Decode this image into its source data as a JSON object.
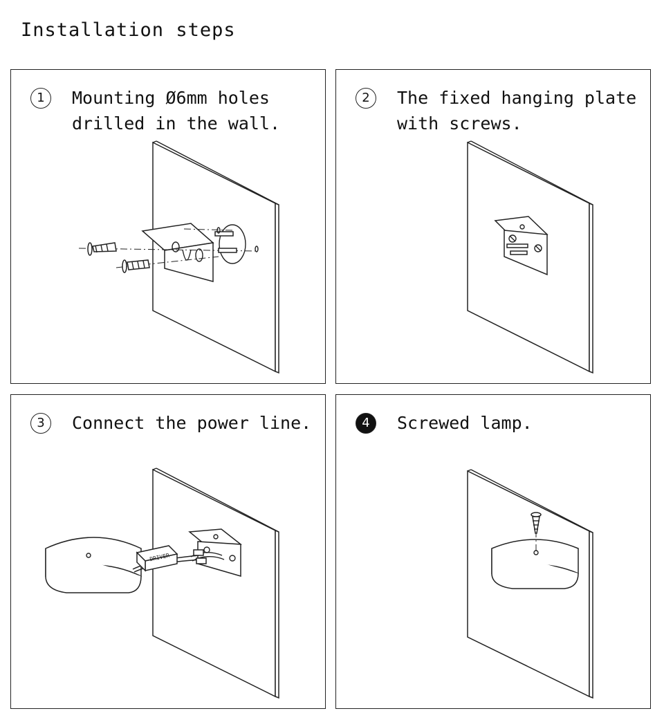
{
  "title": "Installation steps",
  "steps": [
    {
      "number": "1",
      "text": "Mounting Ø6mm holes\ndrilled in the wall."
    },
    {
      "number": "2",
      "text": "The fixed hanging plate\nwith screws."
    },
    {
      "number": "3",
      "text": "Connect the power line."
    },
    {
      "number": "4",
      "text": "Screwed lamp."
    }
  ],
  "driver_label": "DRIVER"
}
